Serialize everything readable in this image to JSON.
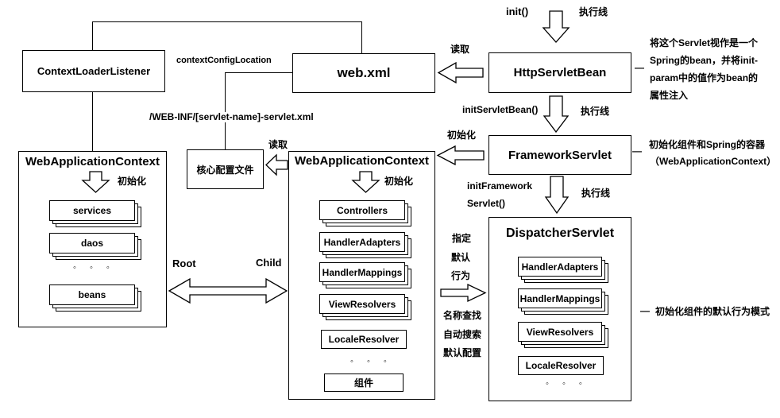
{
  "colors": {
    "line": "#000000",
    "background": "#ffffff"
  },
  "boxes": {
    "context_loader_listener": "ContextLoaderListener",
    "web_xml": "web.xml",
    "http_servlet_bean": "HttpServletBean",
    "framework_servlet": "FrameworkServlet",
    "core_config_file": "核心配置文件"
  },
  "flow": {
    "init_call": "init()",
    "exec_line_1": "执行线",
    "read_1": "读取",
    "init_servlet_bean_call": "initServletBean()",
    "exec_line_2": "执行线",
    "initialize_label": "初始化",
    "init_framework_call_line1": "initFramework",
    "init_framework_call_line2": "Servlet()",
    "exec_line_3": "执行线",
    "read_2": "读取",
    "context_config_location": "contextConfigLocation",
    "servlet_xml_path": "/WEB-INF/[servlet-name]-servlet.xml",
    "root": "Root",
    "child": "Child",
    "specify_line1": "指定",
    "specify_line2": "默认",
    "specify_line3": "行为",
    "search_line1": "名称查找",
    "search_line2": "自动搜索",
    "search_line3": "默认配置"
  },
  "wac_left": {
    "title": "WebApplicationContext",
    "init_label": "初始化",
    "items": [
      "services",
      "daos",
      "beans"
    ],
    "ellipsis": "◦ ◦ ◦"
  },
  "wac_mid": {
    "title": "WebApplicationContext",
    "init_label": "初始化",
    "items": [
      "Controllers",
      "HandlerAdapters",
      "HandlerMappings",
      "ViewResolvers",
      "LocaleResolver",
      "组件"
    ],
    "ellipsis": "◦ ◦ ◦"
  },
  "dispatcher": {
    "title": "DispatcherServlet",
    "items": [
      "HandlerAdapters",
      "HandlerMappings",
      "ViewResolvers",
      "LocaleResolver"
    ],
    "ellipsis": "◦ ◦ ◦"
  },
  "annotations": {
    "http_servlet_bean": {
      "dash": "—",
      "line1": "将这个Servlet视作是一个",
      "line2": "Spring的bean，并将init-",
      "line3": "param中的值作为bean的",
      "line4": "属性注入"
    },
    "framework_servlet": {
      "dash": "—",
      "line1": "初始化组件和Spring的容器",
      "line2": "（WebApplicationContext）"
    },
    "dispatcher_servlet": {
      "dash": "—",
      "line1": "初始化组件的默认行为模式"
    }
  }
}
